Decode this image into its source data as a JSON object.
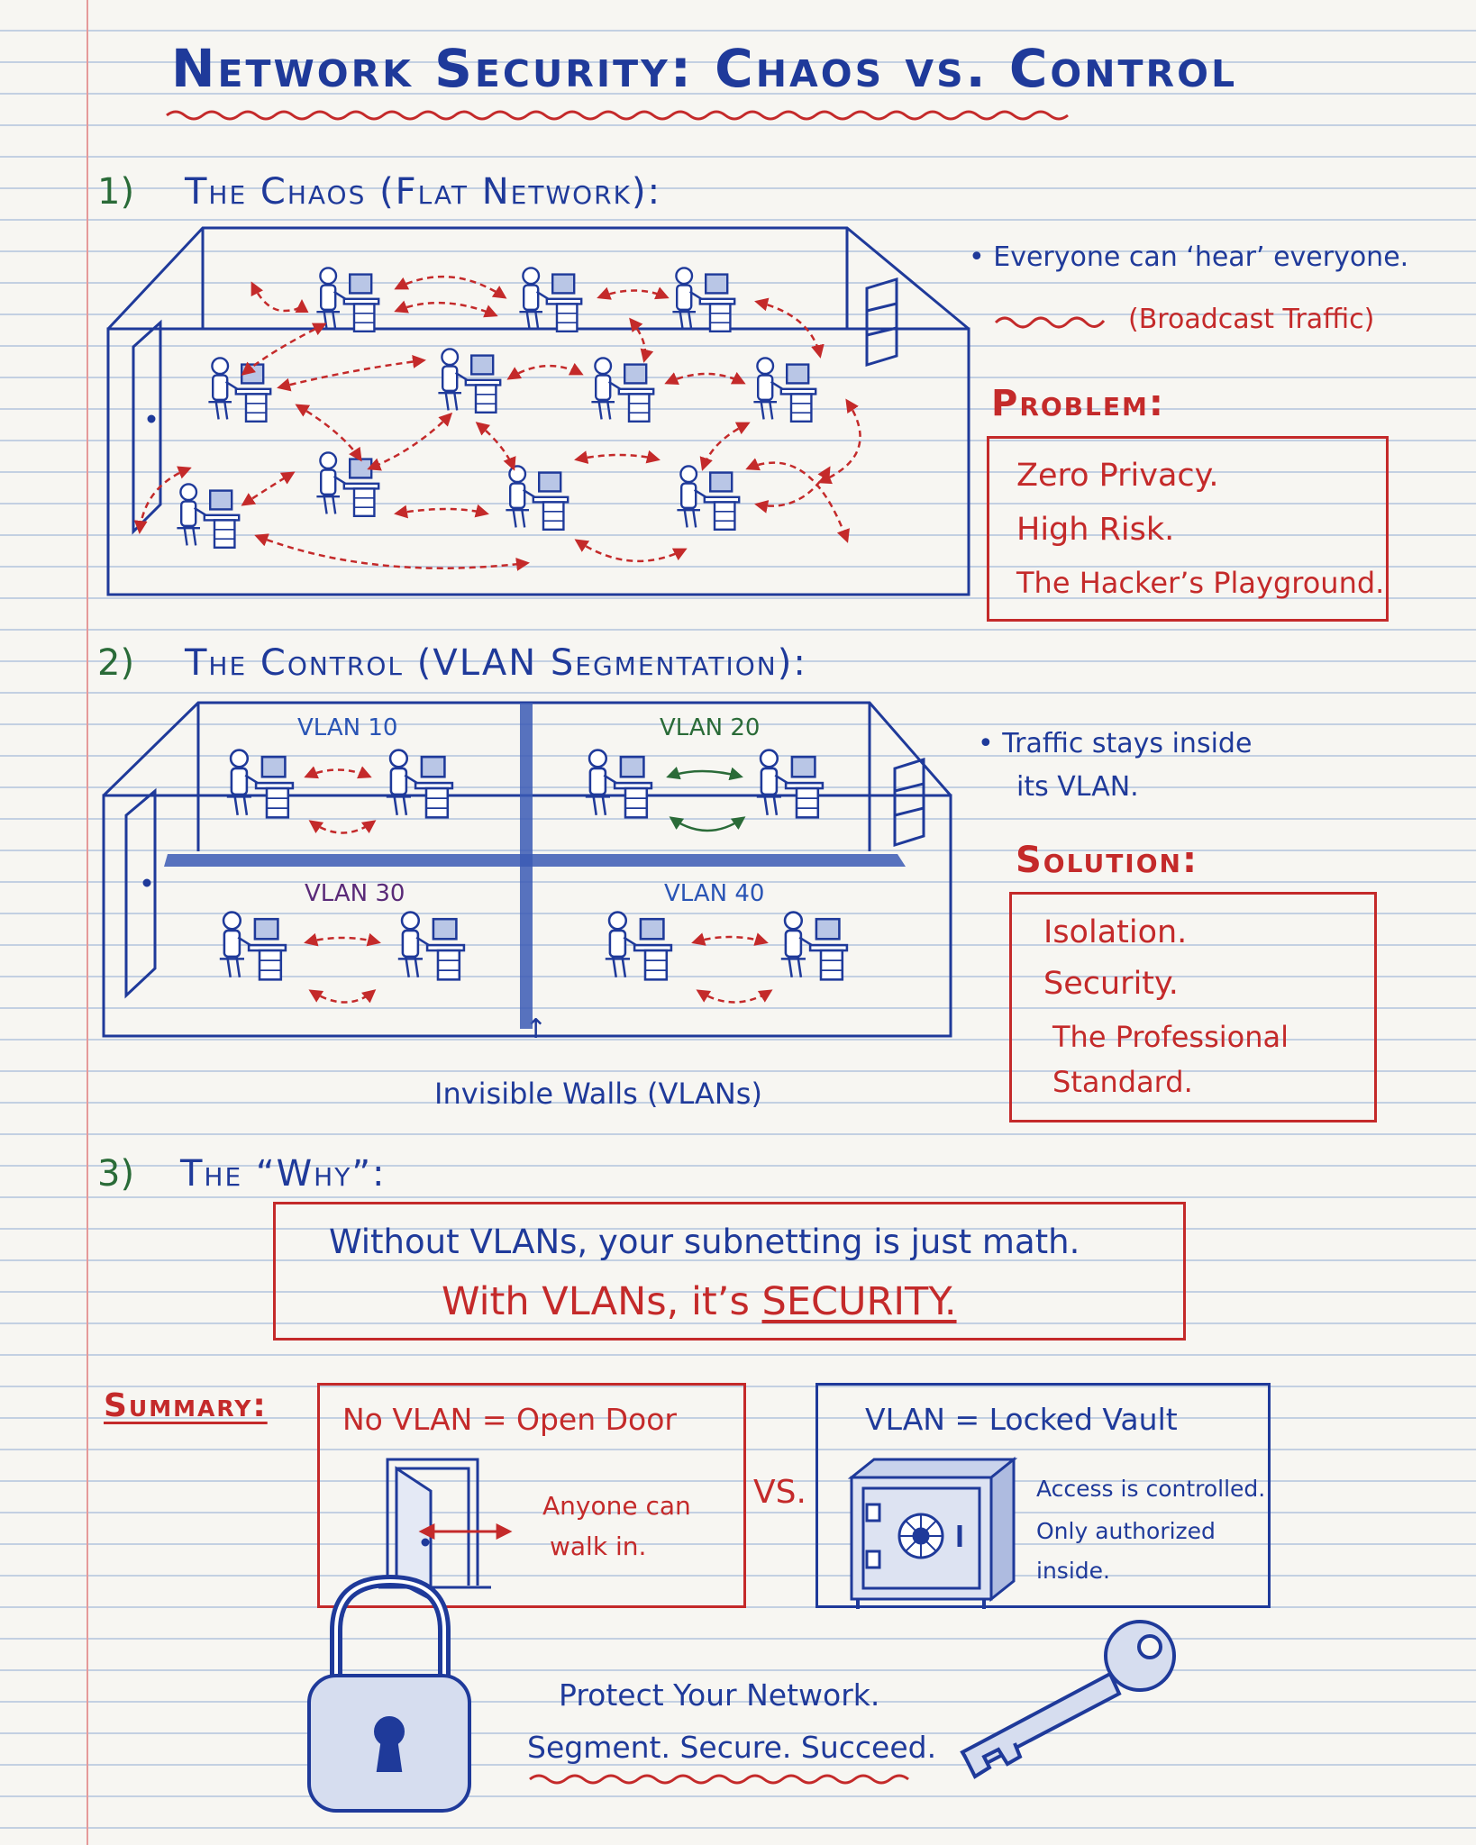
{
  "title": "Network Security: Chaos vs. Control",
  "section1": {
    "number": "1)",
    "heading": "The Chaos (Flat Network):",
    "bullet": "Everyone can ‘hear’ everyone.",
    "legend": "(Broadcast Traffic)",
    "problem_heading": "Problem:",
    "problems": [
      "Zero Privacy.",
      "High Risk.",
      "The Hacker’s Playground."
    ]
  },
  "section2": {
    "number": "2)",
    "heading": "The Control (VLAN Segmentation):",
    "vlans": [
      "VLAN 10",
      "VLAN 20",
      "VLAN 30",
      "VLAN 40"
    ],
    "wall_caption": "Invisible Walls (VLANs)",
    "bullet_line1": "Traffic stays inside",
    "bullet_line2": "its VLAN.",
    "solution_heading": "Solution:",
    "solutions": [
      "Isolation.",
      "Security.",
      "The Professional",
      "Standard."
    ]
  },
  "section3": {
    "number": "3)",
    "heading": "The “Why”:",
    "line1": "Without VLANs, your subnetting is just math.",
    "line2_prefix": "With VLANs, it’s",
    "line2_emph": "SECURITY."
  },
  "summary": {
    "label": "Summary:",
    "left_title": "No VLAN = Open Door",
    "left_note_1": "Anyone can",
    "left_note_2": "walk in.",
    "vs": "VS.",
    "right_title": "VLAN = Locked Vault",
    "right_note_1": "Access is controlled.",
    "right_note_2": "Only authorized",
    "right_note_3": "inside."
  },
  "footer": {
    "line1": "Protect Your Network.",
    "line2": "Segment. Secure. Succeed."
  },
  "colors": {
    "ink_blue": "#1f3a9a",
    "ink_red": "#c42a2a",
    "ink_green": "#2a6b38",
    "ink_purple": "#5a2a78"
  },
  "icons": [
    "door-icon",
    "window-icon",
    "user-at-computer-icon",
    "open-door-icon",
    "vault-icon",
    "padlock-icon",
    "key-icon",
    "arrow-up-icon"
  ]
}
